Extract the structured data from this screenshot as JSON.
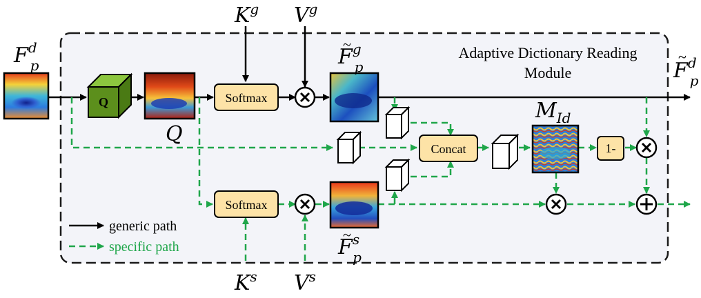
{
  "module": {
    "title_line1": "Adaptive Dictionary Reading",
    "title_line2": "Module"
  },
  "inputs": {
    "Kg": {
      "base": "K",
      "sup": "g"
    },
    "Vg": {
      "base": "V",
      "sup": "g"
    },
    "Ks": {
      "base": "K",
      "sup": "s"
    },
    "Vs": {
      "base": "V",
      "sup": "s"
    },
    "Fpd_in": {
      "base": "F",
      "sub": "p",
      "sup": "d"
    }
  },
  "outputs": {
    "Fpd_out": {
      "base": "F",
      "sub": "p",
      "sup": "d"
    }
  },
  "nodes": {
    "q_cube": "Q",
    "q_label": "Q",
    "softmax_top": "Softmax",
    "softmax_bottom": "Softmax",
    "concat": "Concat",
    "one_minus": "1-",
    "mid_label": {
      "base": "M",
      "sub": "Id"
    },
    "fpg_label": {
      "base": "F",
      "sub": "p",
      "sup": "g"
    },
    "fps_label": {
      "base": "F",
      "sub": "p",
      "sup": "s"
    }
  },
  "legend": {
    "generic": "generic path",
    "specific": "specific path"
  },
  "colors": {
    "generic_path": "#000000",
    "specific_path": "#1fa64a",
    "module_bg": "#f3f4f9",
    "softmax_fill": "#fde3a7",
    "cube_green": "#6aa321"
  }
}
